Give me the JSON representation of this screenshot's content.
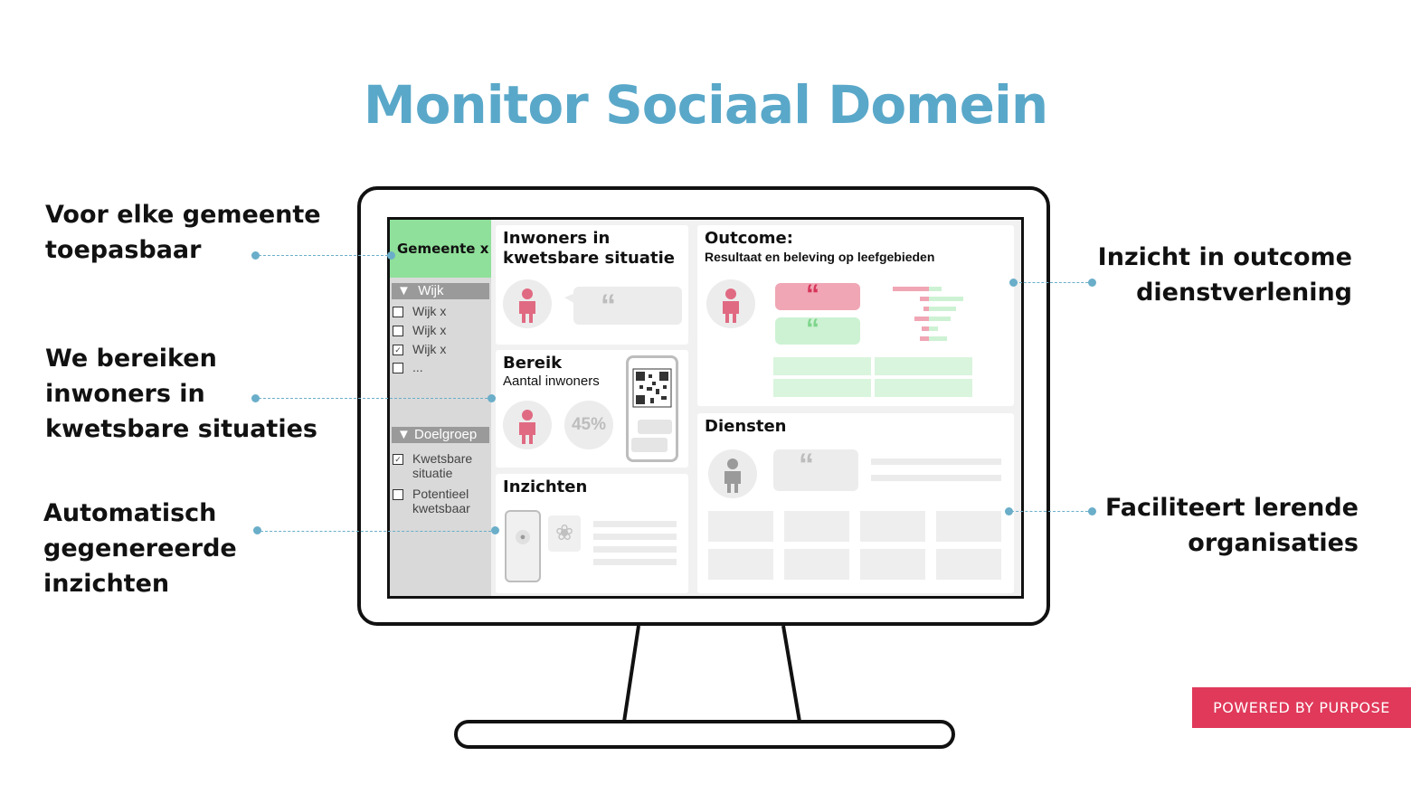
{
  "title": "Monitor Sociaal Domein",
  "callouts": {
    "left_1": [
      "Voor elke gemeente",
      "toepasbaar"
    ],
    "left_2": [
      "We bereiken",
      "inwoners in",
      "kwetsbare situaties"
    ],
    "left_3": [
      "Automatisch",
      "gegenereerde",
      "inzichten"
    ],
    "right_1": [
      "Inzicht in outcome",
      "dienstverlening"
    ],
    "right_2": [
      "Faciliteert lerende",
      "organisaties"
    ]
  },
  "sidebar": {
    "gemeente": "Gemeente x",
    "wijk_header": "Wijk",
    "wijk_options": [
      {
        "label": "Wijk x",
        "checked": false
      },
      {
        "label": "Wijk x",
        "checked": false
      },
      {
        "label": "Wijk x",
        "checked": true
      },
      {
        "label": "...",
        "checked": false
      }
    ],
    "doelgroep_header": "Doelgroep",
    "doelgroep_options": [
      {
        "label": [
          "Kwetsbare",
          "situatie"
        ],
        "checked": true
      },
      {
        "label": [
          "Potentieel",
          "kwetsbaar"
        ],
        "checked": false
      }
    ]
  },
  "panels": {
    "inwoners": {
      "title": [
        "Inwoners in",
        "kwetsbare situatie"
      ]
    },
    "bereik": {
      "title": "Bereik",
      "subtitle": "Aantal inwoners",
      "percent": "45%"
    },
    "inzichten": {
      "title": "Inzichten"
    },
    "outcome": {
      "title": "Outcome:",
      "subtitle": "Resultaat en beleving op leefgebieden"
    },
    "diensten": {
      "title": "Diensten"
    }
  },
  "colors": {
    "accent": "#5aa8c9",
    "pink": "#e06a82",
    "green": "#8fe09a",
    "badge": "#e0395a"
  },
  "badge": "POWERED BY PURPOSE"
}
